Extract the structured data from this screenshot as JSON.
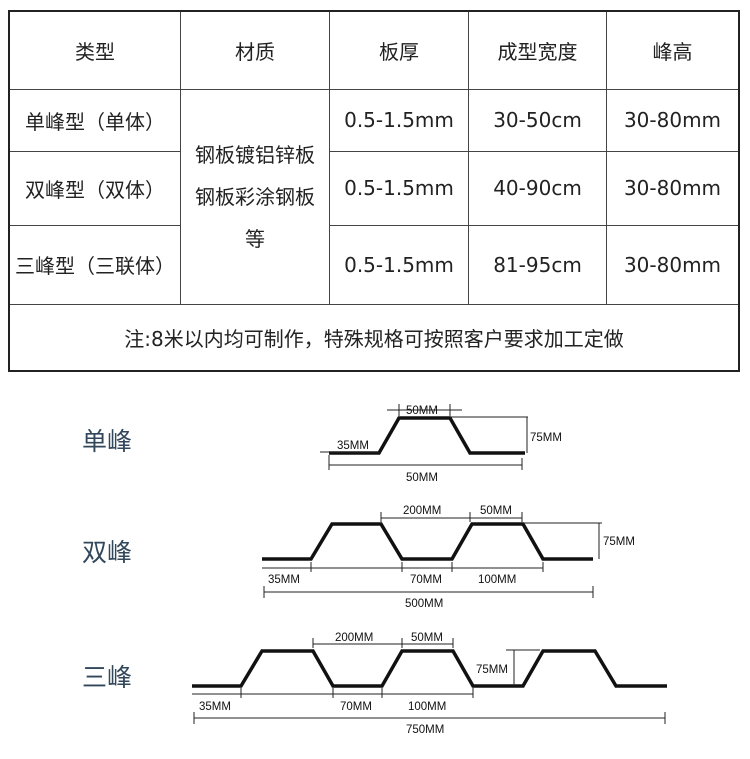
{
  "table": {
    "headers": [
      "类型",
      "材质",
      "板厚",
      "成型宽度",
      "峰高"
    ],
    "material": [
      "钢板镀铝锌板",
      "钢板彩涂钢板",
      "等"
    ],
    "rows": [
      {
        "type": "单峰型（单体）",
        "thickness": "0.5-1.5mm",
        "width": "30-50cm",
        "height": "30-80mm"
      },
      {
        "type": "双峰型（双体）",
        "thickness": "0.5-1.5mm",
        "width": "40-90cm",
        "height": "30-80mm"
      },
      {
        "type": "三峰型（三联体）",
        "thickness": "0.5-1.5mm",
        "width": "81-95cm",
        "height": "30-80mm"
      }
    ],
    "note": "注:8米以内均可制作，特殊规格可按照客户要求加工定做"
  },
  "diagrams": {
    "single": {
      "label": "单峰",
      "top": "50MM",
      "flat": "35MM",
      "height": "75MM",
      "total": "50MM"
    },
    "double": {
      "label": "双峰",
      "pitch": "200MM",
      "top": "50MM",
      "height": "75MM",
      "flat": "35MM",
      "bottom": "70MM",
      "span": "100MM",
      "total": "500MM"
    },
    "triple": {
      "label": "三峰",
      "pitch": "200MM",
      "top": "50MM",
      "height": "75MM",
      "flat": "35MM",
      "bottom": "70MM",
      "span": "100MM",
      "total": "750MM"
    }
  }
}
